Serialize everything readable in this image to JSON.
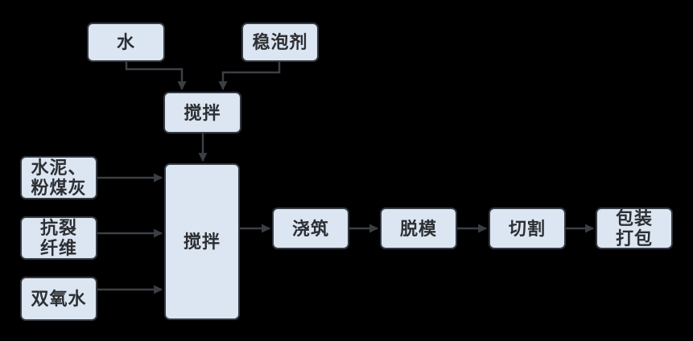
{
  "theme": {
    "background": "#000000",
    "node_fill": "#dce6f2",
    "node_border": "#343a42",
    "arrow_color": "#3b3f45",
    "text_color": "#2d2f33"
  },
  "diagram": {
    "type": "flowchart",
    "nodes": {
      "water": {
        "label": "水"
      },
      "foam_stabilizer": {
        "label": "稳泡剂"
      },
      "premix": {
        "label": "搅拌"
      },
      "cement_flyash": {
        "label": "水泥、\n粉煤灰"
      },
      "anticrack_fiber": {
        "label": "抗裂\n纤维"
      },
      "hydrogen_peroxide": {
        "label": "双氧水"
      },
      "main_mix": {
        "label": "搅拌"
      },
      "pouring": {
        "label": "浇筑"
      },
      "demolding": {
        "label": "脱模"
      },
      "cutting": {
        "label": "切割"
      },
      "packaging": {
        "label": "包装\n打包"
      }
    },
    "edges": [
      {
        "from": "water",
        "to": "premix"
      },
      {
        "from": "foam_stabilizer",
        "to": "premix"
      },
      {
        "from": "premix",
        "to": "main_mix"
      },
      {
        "from": "cement_flyash",
        "to": "main_mix"
      },
      {
        "from": "anticrack_fiber",
        "to": "main_mix"
      },
      {
        "from": "hydrogen_peroxide",
        "to": "main_mix"
      },
      {
        "from": "main_mix",
        "to": "pouring"
      },
      {
        "from": "pouring",
        "to": "demolding"
      },
      {
        "from": "demolding",
        "to": "cutting"
      },
      {
        "from": "cutting",
        "to": "packaging"
      }
    ]
  }
}
